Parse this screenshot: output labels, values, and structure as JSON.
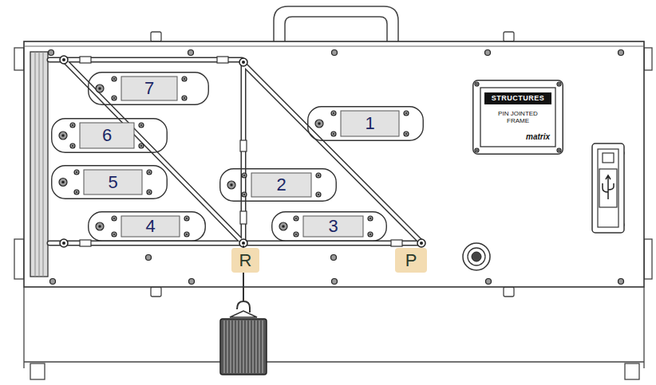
{
  "diagram": {
    "nodes": [
      {
        "text": [
          "7"
        ]
      },
      {
        "text": [
          "1"
        ]
      },
      {
        "text": [
          "STRUCTURES",
          "PIN JOINTED FRAME",
          "matrix"
        ]
      },
      {
        "text": [
          "6"
        ]
      },
      {
        "text": [
          "5"
        ]
      },
      {
        "text": [
          "2"
        ]
      },
      {
        "text": [
          "4"
        ]
      },
      {
        "text": [
          "3"
        ]
      },
      {
        "text": [
          "R"
        ]
      },
      {
        "text": [
          "P"
        ]
      }
    ]
  }
}
